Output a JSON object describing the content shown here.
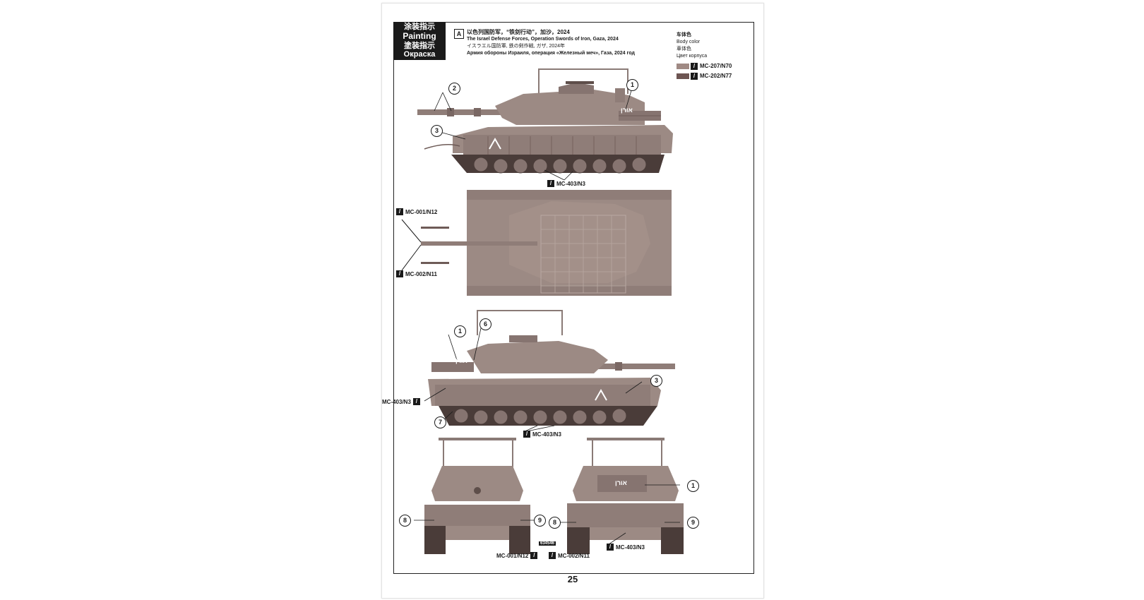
{
  "header": {
    "cn": "涂装指示",
    "en": "Painting",
    "jp": "塗装指示",
    "ru": "Окраска"
  },
  "scheme": {
    "badge": "A",
    "cn": "以色列国防军，“铁剑行动”，加沙，2024",
    "en": "The Israel Defense Forces, Operation Swords of Iron, Gaza, 2024",
    "jp": "イスラエル国防軍, 鉄の剣作戦, ガザ, 2024年",
    "ru": "Армия обороны Израиля, операция «Железный меч», Газа, 2024 год"
  },
  "body_color": {
    "cn": "车体色",
    "en": "Body color",
    "jp": "車体色",
    "ru": "Цвет корпуса",
    "swatches": [
      {
        "code": "MC-207/N70",
        "color": "#a08a84"
      },
      {
        "code": "MC-202/N77",
        "color": "#6d5552"
      }
    ]
  },
  "paint_labels": {
    "side1_tracks": "MC-403/N3",
    "top_barrel_upper": "MC-001/N12",
    "top_barrel_lower": "MC-002/N11",
    "side2_hull": "MC-403/N3",
    "side2_tracks": "MC-403/N3",
    "front_lower_left": "MC-001/N12",
    "front_lower_right": "MC-002/N11",
    "rear_tracks": "MC-403/N3",
    "plate_number": "634546"
  },
  "callouts": {
    "c1": "1",
    "c2": "2",
    "c3": "3",
    "c6": "6",
    "c7": "7",
    "c8": "8",
    "c9": "9"
  },
  "markings": {
    "turret_text": "אורן",
    "chevron": "Λ"
  },
  "colors": {
    "hull": "#9c8a84",
    "hull_dark": "#6e5b57",
    "track": "#4a3c39",
    "wheel": "#867470"
  },
  "page_number": "25"
}
